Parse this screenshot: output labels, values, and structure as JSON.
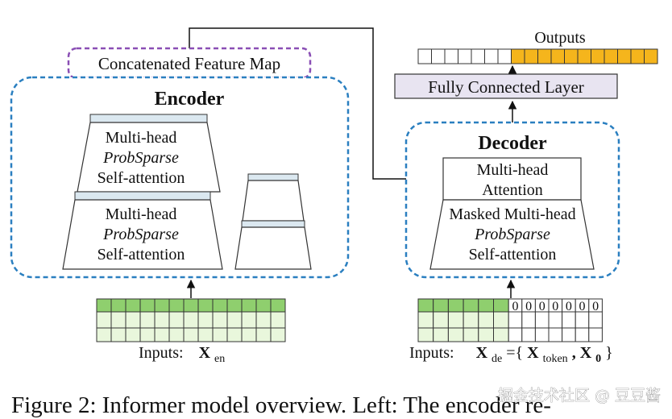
{
  "figure": {
    "caption": "Figure 2: Informer model overview. Left: The encoder re-",
    "watermark": "掘金技术社区 @ 豆豆酱",
    "colors": {
      "encoder_border": "#2a7fc0",
      "concat_border": "#8a4fb5",
      "fc_fill": "#e8e4f1",
      "input_green_dark": "#8fcf6e",
      "input_green_light": "#e9f7dc",
      "output_orange": "#f5b51c",
      "layer_band": "#dbe8f0"
    },
    "labels": {
      "concat": "Concatenated Feature Map",
      "encoder": "Encoder",
      "decoder": "Decoder",
      "outputs": "Outputs",
      "fc_layer": "Fully Connected Layer",
      "enc_block1_line1": "Multi-head",
      "enc_block1_line2": "ProbSparse",
      "enc_block1_line3": "Self-attention",
      "enc_block2_line1": "Multi-head",
      "enc_block2_line2": "ProbSparse",
      "enc_block2_line3": "Self-attention",
      "dec_att_line1": "Multi-head",
      "dec_att_line2": "Attention",
      "dec_masked_line1": "Masked Multi-head",
      "dec_masked_line2": "ProbSparse",
      "dec_masked_line3": "Self-attention",
      "inputs_en_prefix": "Inputs:",
      "inputs_en_var": "X",
      "inputs_en_sub": "en",
      "inputs_de_prefix": "Inputs:",
      "inputs_de_var": "X",
      "inputs_de_sub": "de",
      "inputs_de_eq": "={",
      "inputs_de_tok_var": "X",
      "inputs_de_tok_sub": "token",
      "inputs_de_comma": ", ",
      "inputs_de_zero_var": "X",
      "inputs_de_zero_sub": "0",
      "inputs_de_close": "}",
      "zero": "0"
    }
  }
}
